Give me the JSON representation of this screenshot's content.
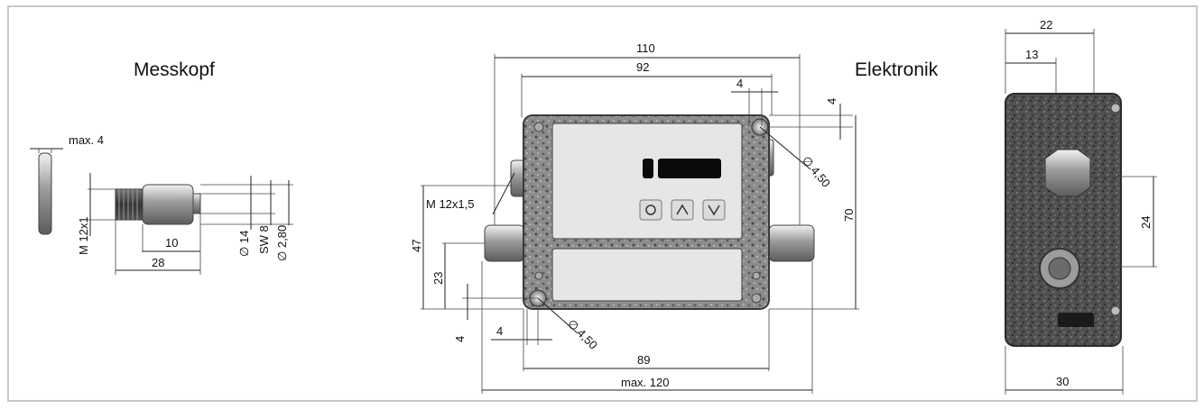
{
  "titles": {
    "probe": "Messkopf",
    "electronics": "Elektronik"
  },
  "probe_dims": {
    "max_width": "max. 4",
    "thread": "M 12x1",
    "len_short": "10",
    "len_total": "28",
    "dia_body": "∅ 14",
    "wrench": "SW 8",
    "dia_tip": "∅ 2,80"
  },
  "electronics_dims": {
    "width_outer": "110",
    "width_inner": "92",
    "hole_offset_x": "4",
    "hole_offset_y": "4",
    "hole_top": "∅ 4,50",
    "height": "70",
    "height_partial": "47",
    "height_low": "23",
    "thread": "M 12x1,5",
    "hole_bottom": "∅ 4,50",
    "bottom_offset_x": "4",
    "bottom_offset_y": "4",
    "hole_spacing": "89",
    "max_width": "max. 120"
  },
  "side_dims": {
    "depth_total": "22",
    "depth_partial": "13",
    "port_spacing": "24",
    "width_bottom": "30"
  },
  "display": {
    "buttons": [
      "O",
      "^",
      "v"
    ]
  }
}
